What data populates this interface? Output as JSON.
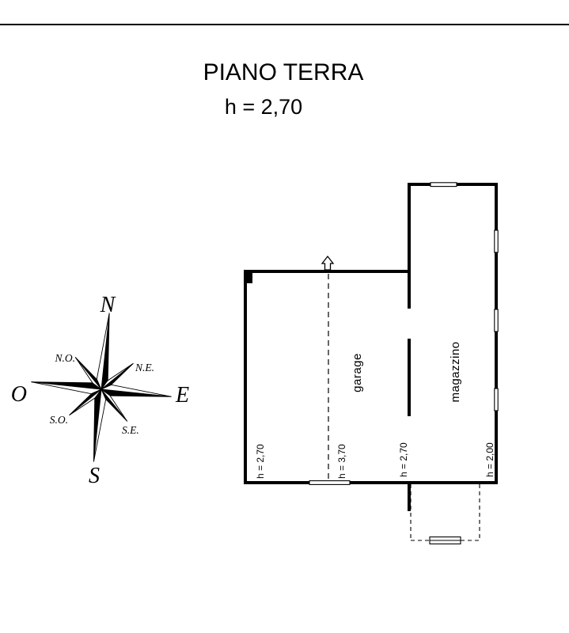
{
  "title": {
    "text": "PIANO TERRA",
    "height": "h = 2,70"
  },
  "compass": {
    "n": "N",
    "s": "S",
    "e": "E",
    "o": "O",
    "no": "N.O.",
    "ne": "N.E.",
    "so": "S.O.",
    "se": "S.E."
  },
  "plan": {
    "rooms": [
      {
        "name": "garage"
      },
      {
        "name": "magazzino"
      }
    ],
    "heights": [
      "h = 2,70",
      "h = 3,70",
      "h = 2,70",
      "h = 2,00"
    ]
  },
  "colors": {
    "ink": "#000000",
    "paper": "#ffffff"
  }
}
